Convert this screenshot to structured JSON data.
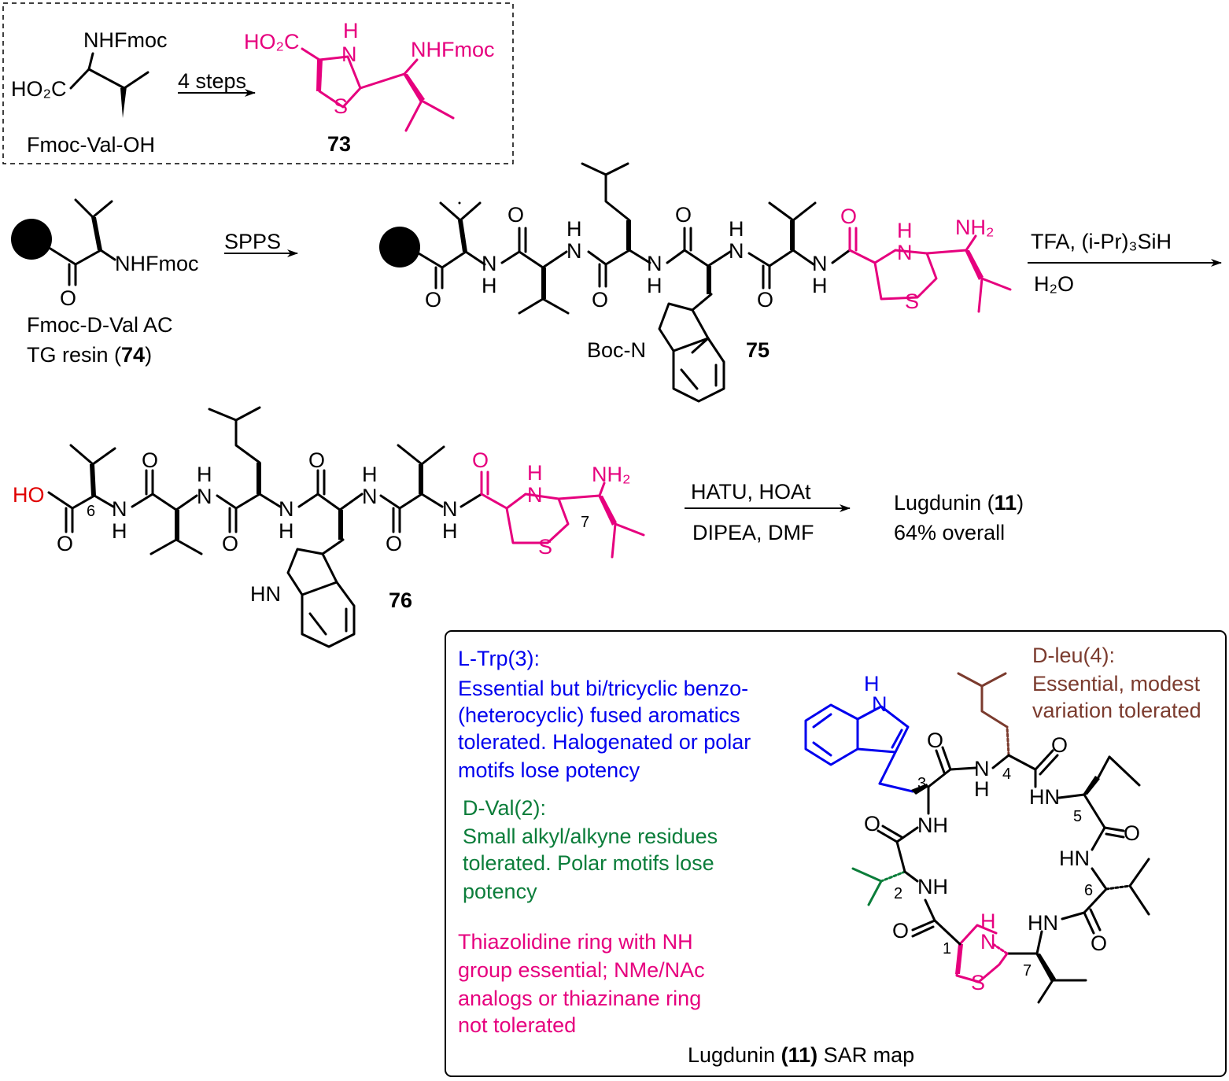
{
  "colors": {
    "black": "#000000",
    "magenta": "#e6007e",
    "blue": "#0000ee",
    "green": "#0b7d3a",
    "brown": "#7b3b2e",
    "red": "#e00000"
  },
  "top_box": {
    "start_label": "Fmoc-Val-OH",
    "start_nhfmoc": "NHFmoc",
    "start_ho2c": "HO₂C",
    "arrow_label": "4 steps",
    "product_ho2c": "HO₂C",
    "product_h": "H",
    "product_n": "N",
    "product_s": "S",
    "product_nhfmoc": "NHFmoc",
    "product_number": "73"
  },
  "row2": {
    "resin_nhfmoc": "NHFmoc",
    "resin_o": "O",
    "resin_label_line1": "Fmoc-D-Val AC",
    "resin_label_line2_pre": "TG resin (",
    "resin_label_num": "74",
    "resin_label_line2_post": ")",
    "arrow1_label": "SPPS",
    "compound_number": "75",
    "boc_n": "Boc-N",
    "nh2": "NH₂",
    "arrow2_top": "TFA, (i-Pr)₃SiH",
    "arrow2_bottom": "H₂O"
  },
  "row3": {
    "ho": "HO",
    "hn": "HN",
    "nh2": "NH₂",
    "locant_6": "6",
    "locant_7": "7",
    "compound_number": "76",
    "arrow_top": "HATU, HOAt",
    "arrow_bottom": "DIPEA, DMF",
    "product_pre": "Lugdunin (",
    "product_num": "11",
    "product_post": ")",
    "yield": "64% overall"
  },
  "atoms": {
    "n": "N",
    "h": "H",
    "o": "O",
    "s": "S",
    "nh": "NH",
    "hn": "HN"
  },
  "sar_map": {
    "trp": {
      "title": "L-Trp(3):",
      "lines": [
        "Essential but bi/tricyclic benzo-",
        "(heterocyclic) fused aromatics",
        "tolerated. Halogenated or polar",
        "motifs lose potency"
      ]
    },
    "val": {
      "title": "D-Val(2):",
      "lines": [
        "Small alkyl/alkyne residues",
        "tolerated. Polar motifs lose",
        "potency"
      ]
    },
    "thz": {
      "lines": [
        "Thiazolidine ring with NH",
        "group essential; NMe/NAc",
        "analogs or thiazinane ring",
        "not tolerated"
      ]
    },
    "leu": {
      "title": "D-leu(4):",
      "lines": [
        "Essential, modest",
        "variation tolerated"
      ]
    },
    "caption_pre": "Lugdunin ",
    "caption_num": "(11)",
    "caption_post": " SAR map",
    "locants": [
      "1",
      "2",
      "3",
      "4",
      "5",
      "6",
      "7"
    ]
  }
}
